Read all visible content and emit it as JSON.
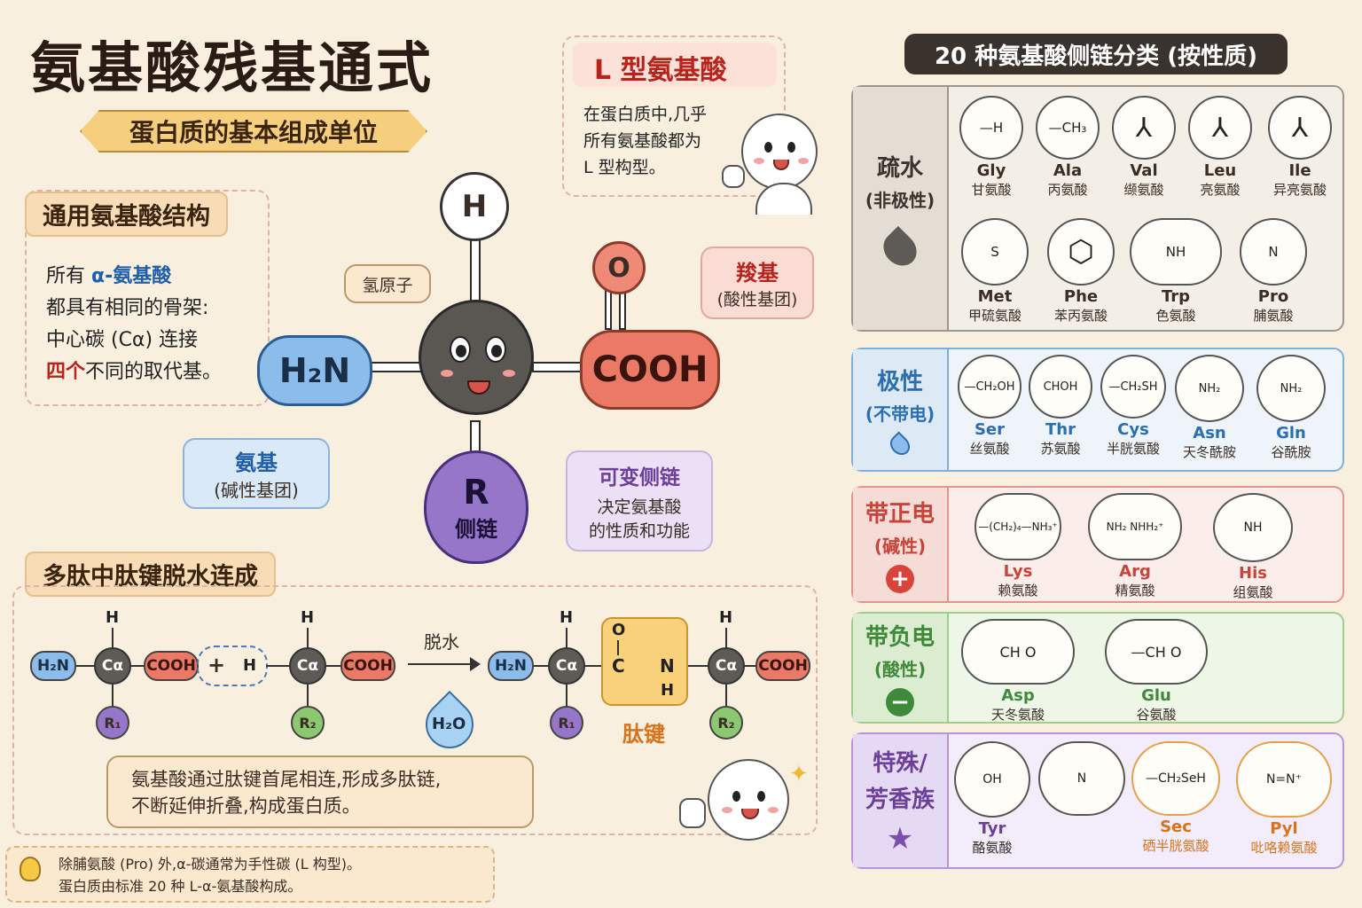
{
  "title": "氨基酸残基通式",
  "subtitle": "蛋白质的基本组成单位",
  "general": {
    "header": "通用氨基酸结构",
    "line1_prefix": "所有 ",
    "line1_highlight": "α-氨基酸",
    "line2": "都具有相同的骨架:",
    "line3": "中心碳 (Cα) 连接",
    "line4_highlight": "四个",
    "line4_rest": "不同的取代基。"
  },
  "ltype": {
    "title": "L 型氨基酸",
    "l1": "在蛋白质中,几乎",
    "l2": "所有氨基酸都为",
    "l3": "L 型构型。"
  },
  "molecule": {
    "h": "H",
    "h_label": "氢原子",
    "o": "O",
    "nh2": "H₂N",
    "cooh": "COOH",
    "carboxyl_title": "羧基",
    "carboxyl_sub": "(酸性基团)",
    "amino_title": "氨基",
    "amino_sub": "(碱性基团)",
    "r": "R",
    "r_sub": "侧链",
    "var_title": "可变侧链",
    "var_l1": "决定氨基酸",
    "var_l2": "的性质和功能"
  },
  "peptide": {
    "header": "多肽中肽键脱水连成",
    "nh2": "H₂N",
    "ca": "Cα",
    "cooh": "COOH",
    "plus": "+",
    "h": "H",
    "r1": "R₁",
    "r2": "R₂",
    "dehydrate": "脱水",
    "water": "H₂O",
    "o": "O",
    "c": "C",
    "n": "N",
    "bond_label": "肽键",
    "note_l1": "氨基酸通过肽键首尾相连,形成多肽链,",
    "note_l2": "不断延伸折叠,构成蛋白质。"
  },
  "tip": {
    "l1": "除脯氨酸 (Pro) 外,α-碳通常为手性碳 (L 构型)。",
    "l2": "蛋白质由标准 20 种 L-α-氨基酸构成。"
  },
  "classify": {
    "header": "20 种氨基酸侧链分类 (按性质)",
    "groups": [
      {
        "name": "疏水",
        "sub": "(非极性)",
        "color": "#6d6661",
        "items": [
          {
            "abbr": "Gly",
            "cn": "甘氨酸",
            "formula": "—H"
          },
          {
            "abbr": "Ala",
            "cn": "丙氨酸",
            "formula": "—CH₃"
          },
          {
            "abbr": "Val",
            "cn": "缬氨酸",
            "formula": "⅄"
          },
          {
            "abbr": "Leu",
            "cn": "亮氨酸",
            "formula": "⅄"
          },
          {
            "abbr": "Ile",
            "cn": "异亮氨酸",
            "formula": "⅄"
          },
          {
            "abbr": "Met",
            "cn": "甲硫氨酸",
            "formula": "S"
          },
          {
            "abbr": "Phe",
            "cn": "苯丙氨酸",
            "formula": "⬡"
          },
          {
            "abbr": "Trp",
            "cn": "色氨酸",
            "formula": "NH"
          },
          {
            "abbr": "Pro",
            "cn": "脯氨酸",
            "formula": "N"
          }
        ]
      },
      {
        "name": "极性",
        "sub": "(不带电)",
        "color": "#2c6fb0",
        "items": [
          {
            "abbr": "Ser",
            "cn": "丝氨酸",
            "formula": "—CH₂OH"
          },
          {
            "abbr": "Thr",
            "cn": "苏氨酸",
            "formula": "CHOH"
          },
          {
            "abbr": "Cys",
            "cn": "半胱氨酸",
            "formula": "—CH₂SH"
          },
          {
            "abbr": "Asn",
            "cn": "天冬酰胺",
            "formula": "NH₂"
          },
          {
            "abbr": "Gln",
            "cn": "谷酰胺",
            "formula": "NH₂"
          }
        ]
      },
      {
        "name": "带正电",
        "sub": "(碱性)",
        "color": "#c8443a",
        "items": [
          {
            "abbr": "Lys",
            "cn": "赖氨酸",
            "formula": "—(CH₂)₄—NH₃⁺"
          },
          {
            "abbr": "Arg",
            "cn": "精氨酸",
            "formula": "NH₂ NHH₂⁺"
          },
          {
            "abbr": "His",
            "cn": "组氨酸",
            "formula": "NH"
          }
        ]
      },
      {
        "name": "带负电",
        "sub": "(酸性)",
        "color": "#3f8a3a",
        "items": [
          {
            "abbr": "Asp",
            "cn": "天冬氨酸",
            "formula": "CH O"
          },
          {
            "abbr": "Glu",
            "cn": "谷氨酸",
            "formula": "—CH O"
          }
        ]
      },
      {
        "name": "特殊/",
        "name2": "芳香族",
        "color": "#6b3f9a",
        "items": [
          {
            "abbr": "Tyr",
            "cn": "酪氨酸",
            "formula": "OH"
          },
          {
            "abbr": "",
            "cn": "",
            "formula": "N"
          },
          {
            "abbr": "Sec",
            "cn": "硒半胱氨酸",
            "formula": "—CH₂SeH"
          },
          {
            "abbr": "Pyl",
            "cn": "吡咯赖氨酸",
            "formula": "N=N⁺"
          }
        ]
      }
    ]
  }
}
